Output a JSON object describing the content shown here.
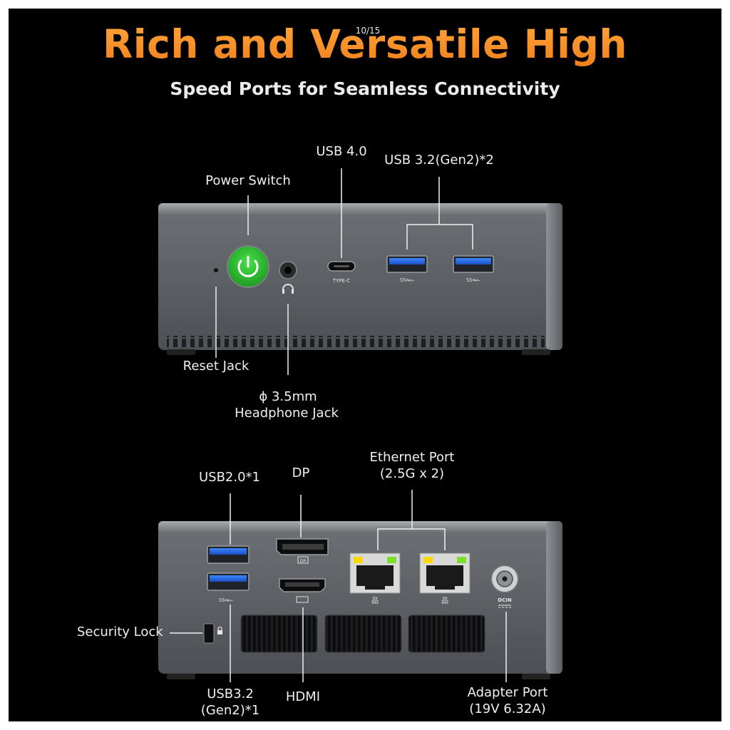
{
  "page": {
    "title": "Rich and Versatile High",
    "counter": "10/15",
    "subtitle": "Speed Ports for Seamless Connectivity",
    "accent_color": "#f08a24",
    "power_button_color": "#2fc12f",
    "usb3_port_color": "#2f6fe0"
  },
  "front": {
    "labels": {
      "usb4": "USB 4.0",
      "usb32": "USB 3.2(Gen2)*2",
      "power": "Power Switch",
      "reset": "Reset Jack",
      "headphone_line1": "ϕ 3.5mm",
      "headphone_line2": "Headphone Jack"
    },
    "port_text": {
      "typec": "TYPE-C",
      "ss_logo": "SS⇋⟜"
    }
  },
  "rear": {
    "labels": {
      "ethernet_line1": "Ethernet Port",
      "ethernet_line2": "(2.5G x 2)",
      "dp": "DP",
      "usb20": "USB2.0*1",
      "security": "Security Lock",
      "usb32_line1": "USB3.2",
      "usb32_line2": "(Gen2)*1",
      "hdmi": "HDMI",
      "adapter_line1": "Adapter Port",
      "adapter_line2": "(19V 6.32A)"
    },
    "port_text": {
      "dp_tag": "DP",
      "dcin": "DCIN",
      "lan_icon": "品"
    }
  }
}
